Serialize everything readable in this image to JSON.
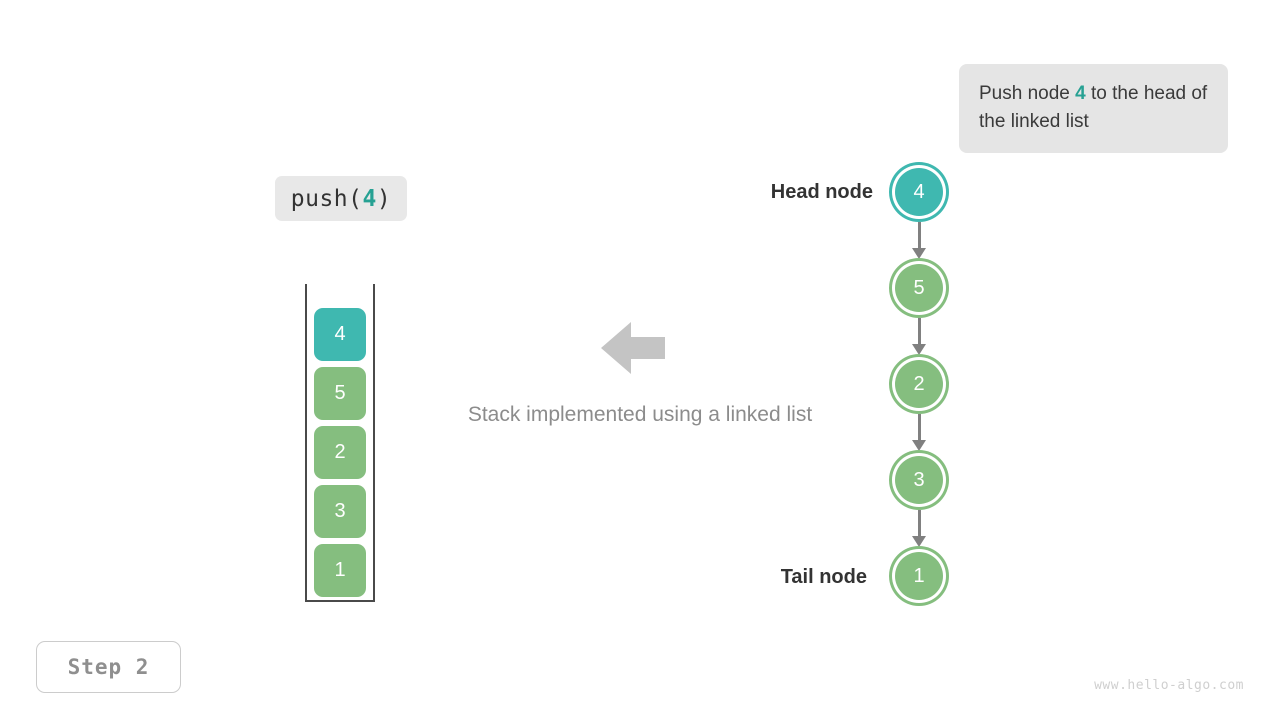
{
  "colors": {
    "teal": "#3fb8b0",
    "teal_dark": "#27a193",
    "green": "#85be7f",
    "gray_arrow": "#808080",
    "gray_text": "#8c8c8c",
    "pill_bg": "#e8e8e8",
    "callout_bg": "#e5e5e5",
    "frame_border": "#4a4a4a",
    "watermark": "#cfcfcf"
  },
  "callout": {
    "text_before": "Push node ",
    "highlight": "4",
    "text_after": " to the head of the linked list"
  },
  "push_label": {
    "prefix": "push(",
    "value": "4",
    "suffix": ")"
  },
  "stack": {
    "cells": [
      {
        "value": "4",
        "color": "#3fb8b0"
      },
      {
        "value": "5",
        "color": "#85be7f"
      },
      {
        "value": "2",
        "color": "#85be7f"
      },
      {
        "value": "3",
        "color": "#85be7f"
      },
      {
        "value": "1",
        "color": "#85be7f"
      }
    ]
  },
  "middle": {
    "arrow_direction": "left",
    "caption": "Stack implemented using a linked list"
  },
  "linked_list": {
    "head_label": "Head node",
    "tail_label": "Tail node",
    "nodes": [
      {
        "value": "4",
        "color": "#3fb8b0",
        "ring": "#3fb8b0"
      },
      {
        "value": "5",
        "color": "#85be7f",
        "ring": "#85be7f"
      },
      {
        "value": "2",
        "color": "#85be7f",
        "ring": "#85be7f"
      },
      {
        "value": "3",
        "color": "#85be7f",
        "ring": "#85be7f"
      },
      {
        "value": "1",
        "color": "#85be7f",
        "ring": "#85be7f"
      }
    ]
  },
  "step_badge": {
    "label": "Step 2"
  },
  "watermark": {
    "text": "www.hello-algo.com"
  }
}
